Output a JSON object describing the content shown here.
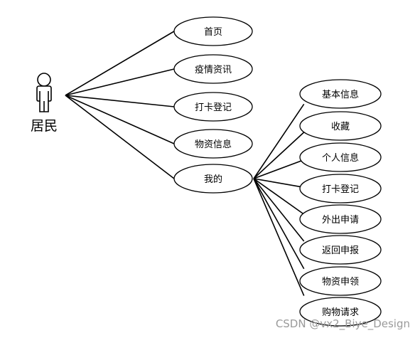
{
  "actor": {
    "name": "居民"
  },
  "use_cases": [
    {
      "id": "home",
      "label": "首页",
      "children": []
    },
    {
      "id": "epidemic-news",
      "label": "疫情资讯",
      "children": []
    },
    {
      "id": "check-in",
      "label": "打卡登记",
      "children": []
    },
    {
      "id": "supplies-info",
      "label": "物资信息",
      "children": []
    },
    {
      "id": "mine",
      "label": "我的",
      "children": [
        {
          "id": "basic-info",
          "label": "基本信息"
        },
        {
          "id": "favorites",
          "label": "收藏"
        },
        {
          "id": "personal-info",
          "label": "个人信息"
        },
        {
          "id": "check-in-2",
          "label": "打卡登记"
        },
        {
          "id": "outing-application",
          "label": "外出申请"
        },
        {
          "id": "return-report",
          "label": "返回申报"
        },
        {
          "id": "supplies-claim",
          "label": "物资申领"
        },
        {
          "id": "purchase-request",
          "label": "购物请求"
        }
      ]
    }
  ],
  "watermark": "CSDN @vx2_Biye_Design"
}
